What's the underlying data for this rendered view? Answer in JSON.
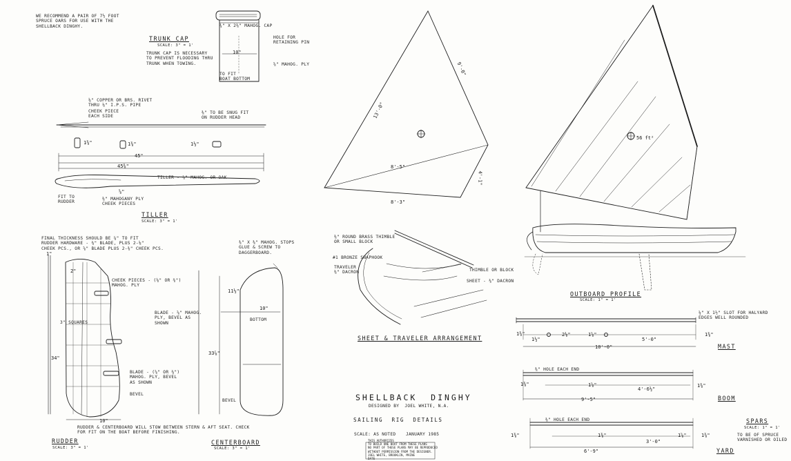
{
  "header_note": "WE RECOMMEND A PAIR OF 7½ FOOT\nSPRUCE OARS FOR USE WITH THE\nSHELLBACK DINGHY.",
  "trunk_cap": {
    "title": "TRUNK CAP",
    "scale": "SCALE: 3\" = 1'",
    "note": "TRUNK CAP IS NECESSARY\nTO PREVENT FLOODING THRU\nTRUNK WHEN TOWING.",
    "cap_label": "¾\" x 2⅜\" MAHOG. CAP",
    "hole_label": "HOLE FOR\nRETAINING PIN",
    "width": "10\"",
    "ply_label": "⅝\" MAHOG. PLY",
    "fit_label": "TO FIT\nBOAT BOTTOM"
  },
  "tiller": {
    "title": "TILLER",
    "scale": "SCALE: 3\" = 1'",
    "copper_rivet": "⅛\" COPPER OR BRS. RIVET\nTHRU ⅛\" I.P.S. PIPE",
    "cheek_piece": "CHEEK PIECE\nEACH SIDE",
    "snug_fit": "⅜\" TO BE SNUG FIT\nON RUDDER HEAD",
    "dim_a": "1⅜\"",
    "dim_b": "1⅜\"",
    "dim_c": "1½\"",
    "length_1": "45\"",
    "length_2": "45⅜\"",
    "tiller_label": "TILLER - ⅞\" MAHOG. OR OAK",
    "dim_d": "⅝\"",
    "fit_rudder": "FIT TO\nRUDDER",
    "mahogany": "⅜\" MAHOGANY PLY\nCHEEK PIECES"
  },
  "rudder": {
    "title": "RUDDER",
    "scale": "SCALE: 3\" = 1'",
    "note": "FINAL THICKNESS SHOULD BE ⅞\" TO FIT\nRUDDER HARDWARE - ⅜\" BLADE, PLUS 2-⅛\"\nCHEEK PCS., OR ⅝\" BLADE PLUS 2-⅜\" CHEEK PCS.",
    "top_dim": "1\"",
    "dim_2": "2\"",
    "cheek": "CHEEK PIECES - (⅛\" OR ⅜\")\nMAHOG. PLY",
    "squares": "3\" SQUARES",
    "height": "34\"",
    "blade": "BLADE - (⅝\" OR ⅜\")\nMAHOG. PLY, BEVEL\nAS SHOWN",
    "bevel": "BEVEL",
    "width": "10\"",
    "stow_note": "RUDDER & CENTERBOARD WILL STOW BETWEEN STERN & AFT SEAT. CHECK\nFOR FIT ON THE BOAT BEFORE FINISHING."
  },
  "centerboard": {
    "title": "CENTERBOARD",
    "scale": "SCALE: 3\" = 1'",
    "stops": "⅜\" x ⅜\" MAHOG. STOPS\nGLUE & SCREW TO\nDAGGERBOARD.",
    "upper": "11½\"",
    "blade": "BLADE - ⅝\" MAHOG.\nPLY, BEVEL AS\nSHOWN",
    "width": "10\"",
    "bottom": "BOTTOM",
    "height": "33⅞\"",
    "bevel": "BEVEL"
  },
  "sail": {
    "luff": "13'-0\"",
    "leech": "9'-0\"",
    "diag": "8'-5\"",
    "edge": "4'-1\"",
    "foot": "8'-3\""
  },
  "traveler": {
    "title": "SHEET & TRAVELER ARRANGEMENT",
    "thimble": "⅜\" ROUND BRASS THIMBLE\nOR SMALL BLOCK",
    "shackle": "#1 BRONZE SNAPHOOK",
    "traveler_label": "TRAVELER\n⅜\" DACRON",
    "thimble_block": "THIMBLE OR BLOCK",
    "sheet": "SHEET - ⅜\" DACRON"
  },
  "profile": {
    "title": "OUTBOARD PROFILE",
    "scale": "SCALE: 1\" = 1'",
    "sail_area": "56 ft²"
  },
  "title_block": {
    "name": "SHELLBACK  DINGHY",
    "designer": "DESIGNED BY  JOEL WHITE, N.A.",
    "subtitle": "SAILING  RIG  DETAILS",
    "scale": "SCALE: AS NOTED",
    "date": "JANUARY 1985",
    "fine_print": "THIS AUTHORIZES\nTO BUILD ONE BOAT FROM THESE PLANS\nNO PART OF THESE PLANS MAY BE REPRODUCED\nWITHOUT PERMISSION FROM THE DESIGNER.\nJOEL WHITE, BROOKLIN, MAINE\nDATE"
  },
  "mast": {
    "title": "MAST",
    "slot_note": "¼\" x 1½\" SLOT FOR HALYARD\nEDGES WELL ROUNDED",
    "d1": "1⅜\"",
    "d2": "1½\"",
    "d3": "2⅛\"",
    "d4": "1⅝\"",
    "d5": "5'-0\"",
    "d6": "1⅜\"",
    "length": "10'-0\""
  },
  "boom": {
    "title": "BOOM",
    "hole": "⅜\" HOLE EACH END",
    "d1": "1⅜\"",
    "d2": "1⅝\"",
    "d3": "4'-6½\"",
    "d4": "1⅜\"",
    "length": "9'-5\""
  },
  "yard": {
    "title": "YARD",
    "hole": "⅜\" HOLE EACH END",
    "d1": "1⅜\"",
    "d2": "1⅜\"",
    "d3": "3'-0\"",
    "d4": "1⅝\"",
    "d5": "1⅜\"",
    "length": "6'-9\""
  },
  "spars": {
    "title": "SPARS",
    "scale": "SCALE: 1\" = 1'",
    "note": "TO BE OF SPRUCE\nVARNISHED OR OILED"
  }
}
